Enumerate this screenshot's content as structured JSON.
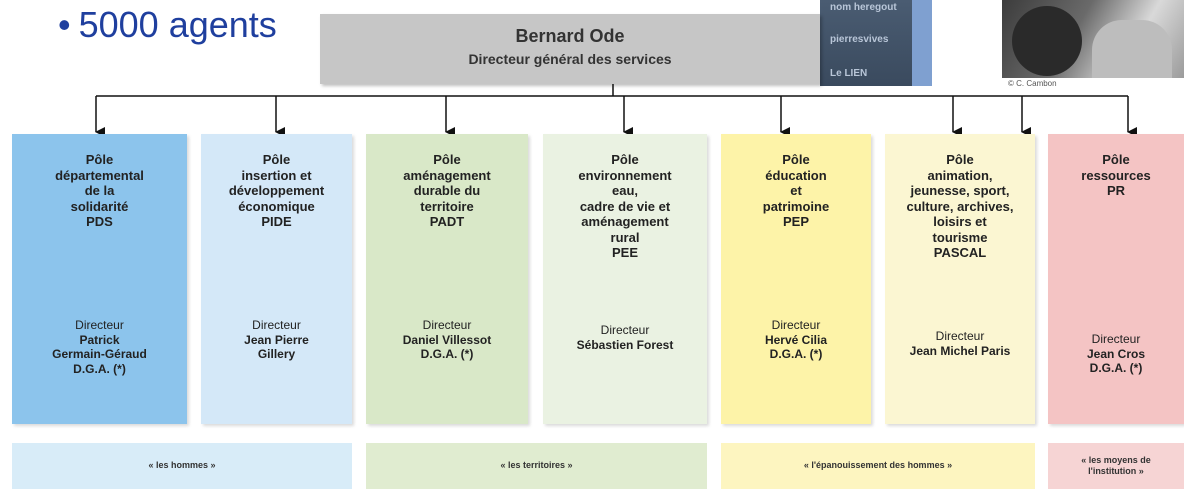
{
  "bullet": "5000 agents",
  "sidebar_items": [
    "nom heregout",
    "pierresvives",
    "Le LIEN"
  ],
  "photo_credit": "© C. Cambon",
  "head": {
    "name": "Bernard Ode",
    "title": "Directeur général des services"
  },
  "poles": [
    {
      "name": "Pôle\ndépartemental\nde la\nsolidarité\nPDS",
      "director_label": "Directeur",
      "director": "Patrick\nGermain-Géraud\nD.G.A. (*)",
      "color": "#8cc4ec"
    },
    {
      "name": "Pôle\ninsertion et\ndéveloppement\néconomique\nPIDE",
      "director_label": "Directeur",
      "director": "Jean Pierre\nGillery",
      "color": "#d4e8f8"
    },
    {
      "name": "Pôle\naménagement\ndurable du\nterritoire\nPADT",
      "director_label": "Directeur",
      "director": "Daniel Villessot\nD.G.A. (*)",
      "color": "#d9e8c8"
    },
    {
      "name": "Pôle\nenvironnement\neau,\ncadre de vie et\naménagement\nrural\nPEE",
      "director_label": "Directeur",
      "director": "Sébastien Forest",
      "color": "#eaf2e2"
    },
    {
      "name": "Pôle\néducation\net\npatrimoine\nPEP",
      "director_label": "Directeur",
      "director": "Hervé Cilia\nD.G.A. (*)",
      "color": "#fdf3a8"
    },
    {
      "name": "Pôle\nanimation,\njeunesse, sport,\nculture, archives,\nloisirs et\ntourisme\nPASCAL",
      "director_label": "Directeur",
      "director": "Jean Michel Paris",
      "color": "#fbf6d2"
    },
    {
      "name": "Pôle\nressources\nPR",
      "director_label": "Directeur",
      "director": "Jean Cros\nD.G.A. (*)",
      "color": "#f4c4c4"
    }
  ],
  "bands": [
    {
      "label": "« les hommes »",
      "color": "#d8ecf8"
    },
    {
      "label": "« les territoires »",
      "color": "#e0ecd0"
    },
    {
      "label": "« l'épanouissement des hommes »",
      "color": "#fdf5c0"
    },
    {
      "label": "« les moyens de\nl'institution »",
      "color": "#f6d4d4"
    }
  ]
}
